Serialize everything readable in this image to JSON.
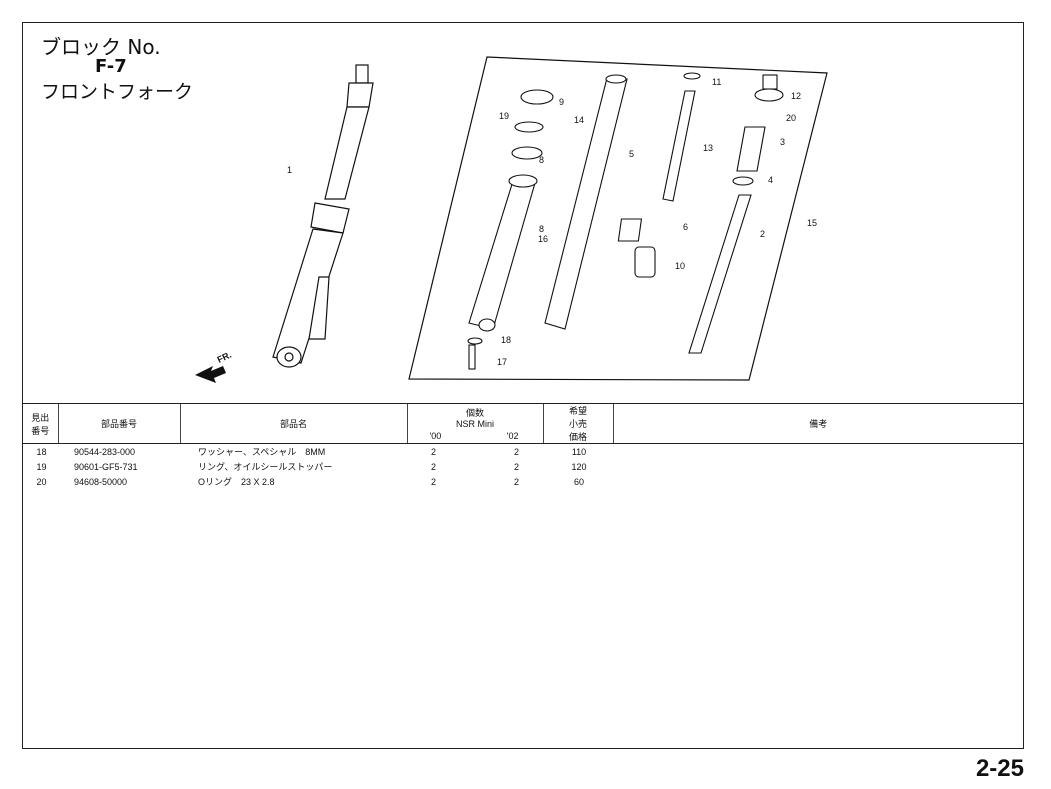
{
  "header": {
    "block_label": "ブロック No.",
    "block_code": "F-7",
    "block_name": "フロントフォーク"
  },
  "diagram": {
    "direction_label": "FR.",
    "callouts": [
      "1",
      "2",
      "3",
      "4",
      "5",
      "6",
      "8",
      "8",
      "9",
      "10",
      "11",
      "12",
      "13",
      "14",
      "15",
      "16",
      "17",
      "18",
      "19",
      "20"
    ]
  },
  "table": {
    "headers": {
      "ref_no_line1": "見出",
      "ref_no_line2": "番号",
      "part_no": "部品番号",
      "part_name": "部品名",
      "qty": "個数",
      "model": "NSR Mini",
      "year1": "'00",
      "year2": "'02",
      "price_line1": "希望",
      "price_line2": "小売",
      "price_line3": "価格",
      "remarks": "備考"
    },
    "rows": [
      {
        "ref": "18",
        "part_no": "90544-283-000",
        "name": "ワッシャー、スペシャル　8MM",
        "q00": "2",
        "q02": "2",
        "price": "110"
      },
      {
        "ref": "19",
        "part_no": "90601-GF5-731",
        "name": "リング、オイルシールストッパー",
        "q00": "2",
        "q02": "2",
        "price": "120"
      },
      {
        "ref": "20",
        "part_no": "94608-50000",
        "name": "Oリング　23 X 2.8",
        "q00": "2",
        "q02": "2",
        "price": "60"
      }
    ]
  },
  "footer": {
    "page_number": "2-25"
  }
}
